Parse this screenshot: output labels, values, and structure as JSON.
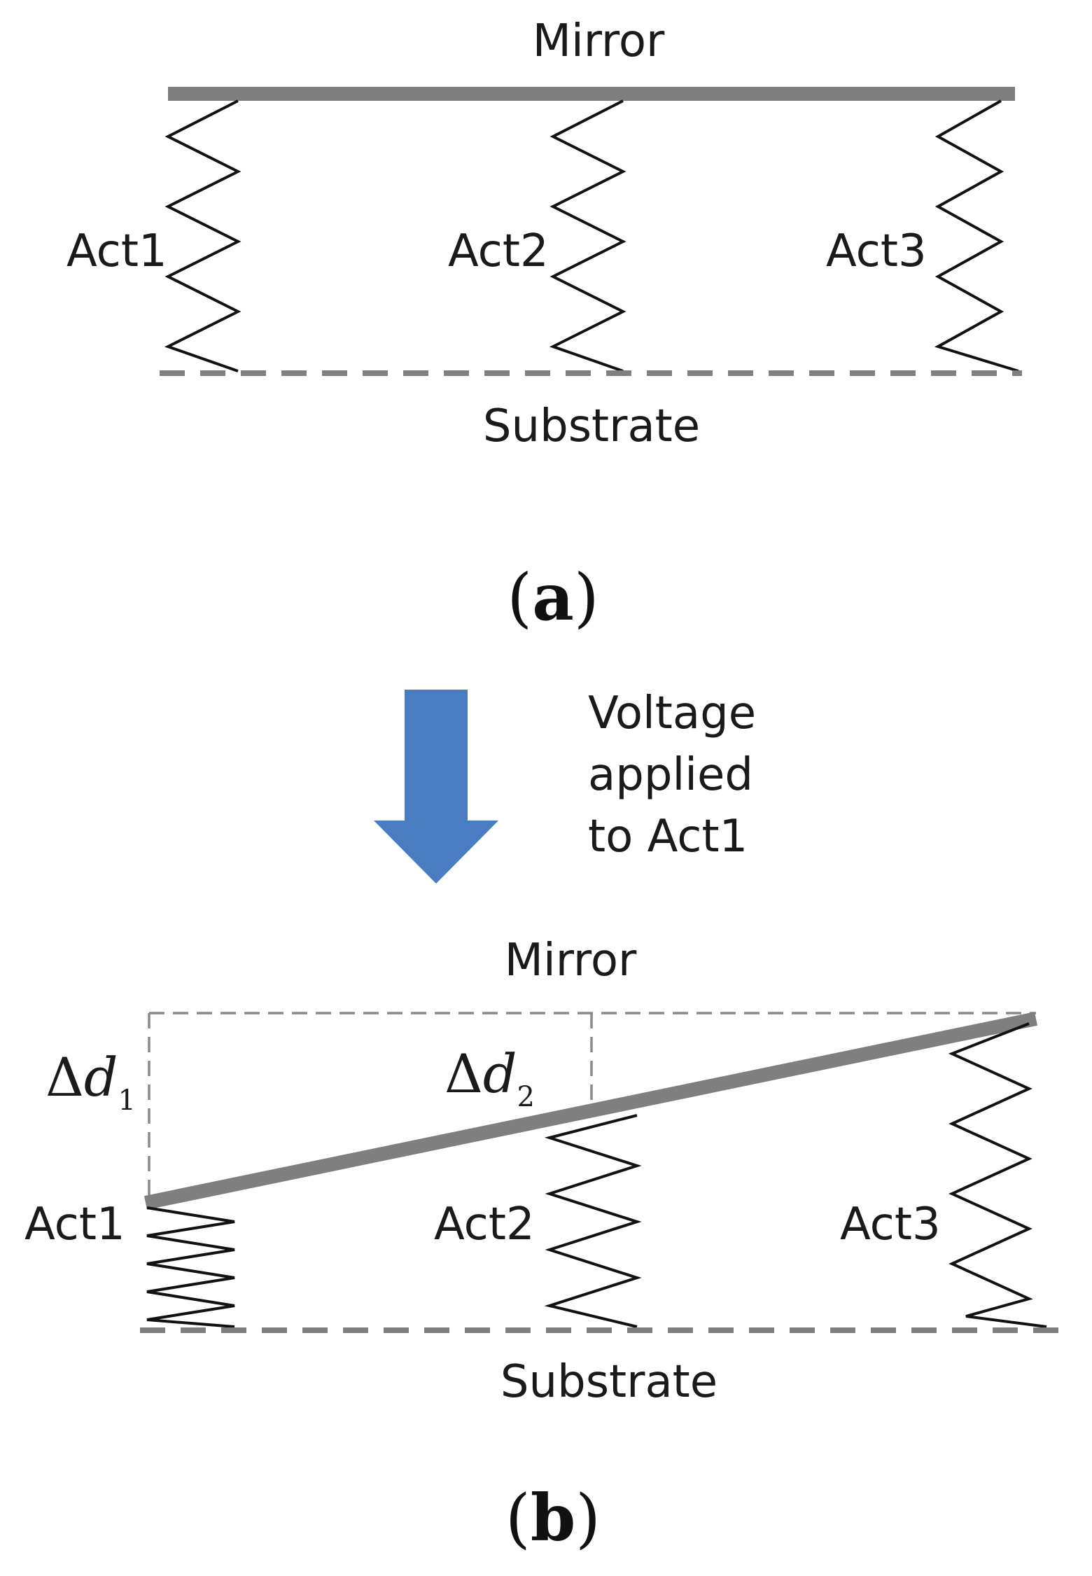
{
  "panel_a": {
    "mirror_label": "Mirror",
    "substrate_label": "Substrate",
    "actuators": [
      "Act1",
      "Act2",
      "Act3"
    ],
    "caption_open": "(",
    "caption_letter": "a",
    "caption_close": ")"
  },
  "arrow": {
    "line1": "Voltage",
    "line2": "applied",
    "line3": "to Act1",
    "color": "#4a7cc1"
  },
  "panel_b": {
    "mirror_label": "Mirror",
    "substrate_label": "Substrate",
    "actuators": [
      "Act1",
      "Act2",
      "Act3"
    ],
    "delta1": {
      "symbol": "Δ",
      "var": "d",
      "sub": "1"
    },
    "delta2": {
      "symbol": "Δ",
      "var": "d",
      "sub": "2"
    },
    "caption_open": "(",
    "caption_letter": "b",
    "caption_close": ")"
  },
  "colors": {
    "mirror": "#7f7f7f",
    "spring": "#111111"
  }
}
